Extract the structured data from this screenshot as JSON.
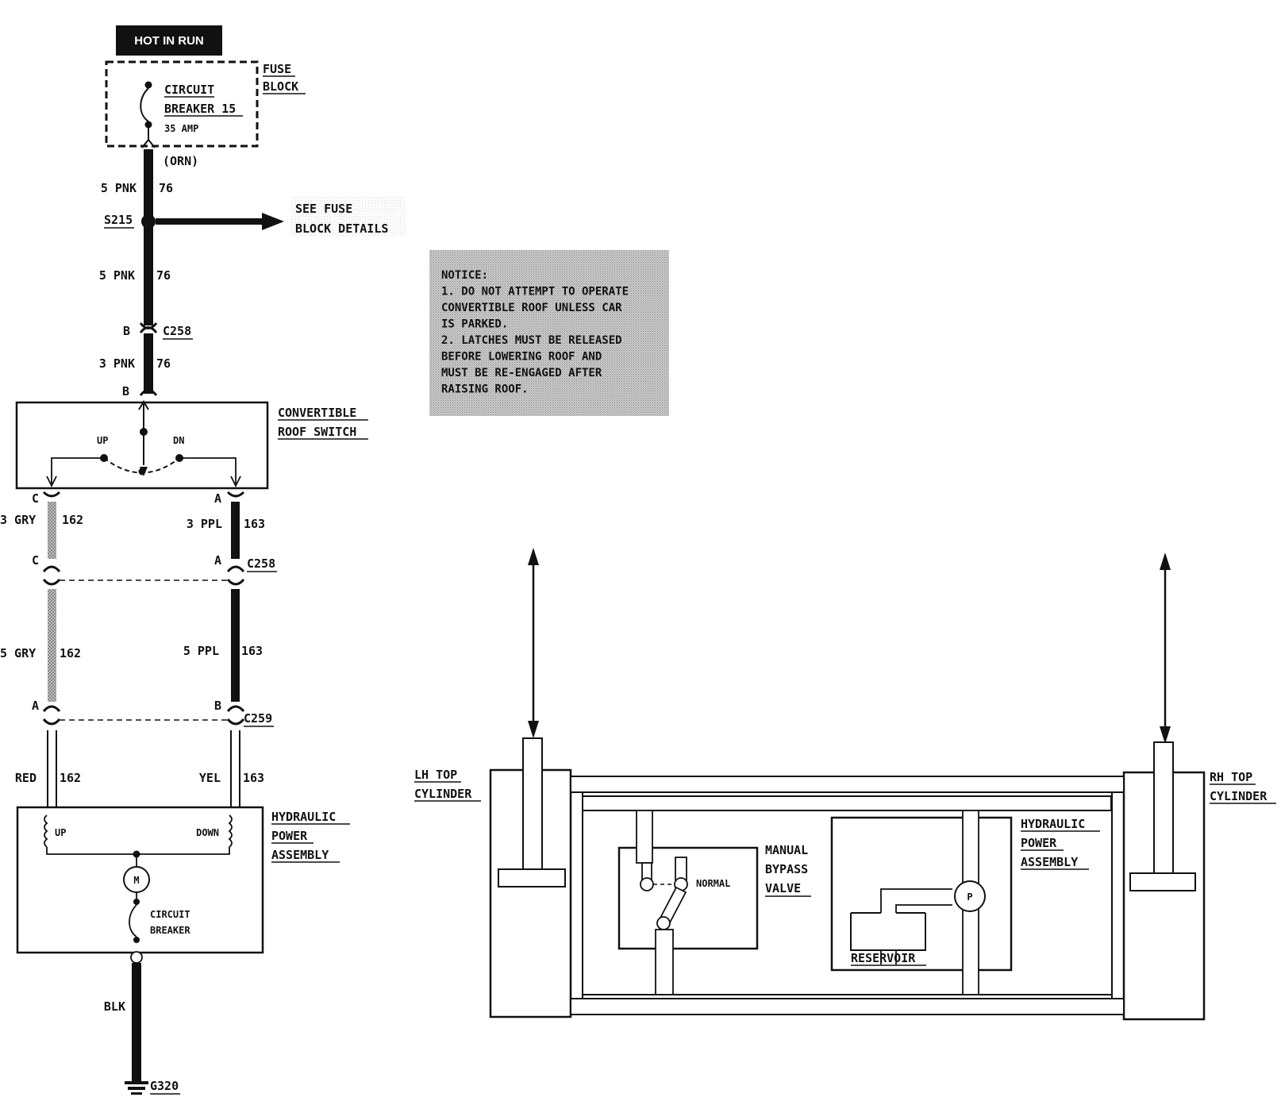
{
  "hot_in_run": "HOT IN RUN",
  "fuse_block": {
    "line1": "FUSE",
    "line2": "BLOCK"
  },
  "circuit_breaker_15": {
    "line1": "CIRCUIT",
    "line2": "BREAKER 15",
    "rating": "35 AMP"
  },
  "orn": "(ORN)",
  "wire_top": {
    "gauge_color": "5 PNK",
    "circuit": "76"
  },
  "splice": {
    "id": "S215"
  },
  "see_fuse": {
    "line1": "SEE FUSE",
    "line2": "BLOCK DETAILS"
  },
  "wire_mid": {
    "gauge_color": "5 PNK",
    "circuit": "76"
  },
  "c258_top": {
    "pin": "B",
    "id": "C258"
  },
  "wire_lower": {
    "gauge_color": "3 PNK",
    "circuit": "76"
  },
  "switch_pin_b": "B",
  "convertible_roof_switch": {
    "line1": "CONVERTIBLE",
    "line2": "ROOF SWITCH",
    "up": "UP",
    "dn": "DN"
  },
  "switch_pins": {
    "left": "C",
    "right": "A"
  },
  "wire_gry_3": {
    "gauge_color": "3 GRY",
    "circuit": "162"
  },
  "wire_ppl_3": {
    "gauge_color": "3 PPL",
    "circuit": "163"
  },
  "c258_mid": {
    "left_pin": "C",
    "right_pin": "A",
    "id": "C258"
  },
  "wire_gry_5": {
    "gauge_color": "5 GRY",
    "circuit": "162"
  },
  "wire_ppl_5": {
    "gauge_color": "5 PPL",
    "circuit": "163"
  },
  "c259": {
    "left_pin": "A",
    "right_pin": "B",
    "id": "C259"
  },
  "wire_red": {
    "color": "RED",
    "circuit": "162"
  },
  "wire_yel": {
    "color": "YEL",
    "circuit": "163"
  },
  "hydraulic_power_assembly_left": {
    "line1": "HYDRAULIC",
    "line2": "POWER",
    "line3": "ASSEMBLY",
    "up": "UP",
    "down": "DOWN",
    "motor": "M",
    "cb_line1": "CIRCUIT",
    "cb_line2": "BREAKER"
  },
  "ground_wire": {
    "color": "BLK"
  },
  "ground": {
    "id": "G320"
  },
  "notice": {
    "lines": [
      "NOTICE:",
      "1. DO NOT ATTEMPT TO OPERATE",
      "CONVERTIBLE ROOF UNLESS CAR",
      "IS PARKED.",
      "2. LATCHES MUST BE RELEASED",
      "BEFORE LOWERING ROOF AND",
      "MUST BE RE-ENGAGED AFTER",
      "RAISING ROOF."
    ]
  },
  "lh_top_cylinder": {
    "line1": "LH TOP",
    "line2": "CYLINDER"
  },
  "rh_top_cylinder": {
    "line1": "RH TOP",
    "line2": "CYLINDER"
  },
  "manual_bypass_valve": {
    "line1": "MANUAL",
    "line2": "BYPASS",
    "line3": "VALVE",
    "normal": "NORMAL"
  },
  "hydraulic_power_assembly_right": {
    "line1": "HYDRAULIC",
    "line2": "POWER",
    "line3": "ASSEMBLY",
    "pump": "P",
    "reservoir": "RESERVOIR"
  }
}
